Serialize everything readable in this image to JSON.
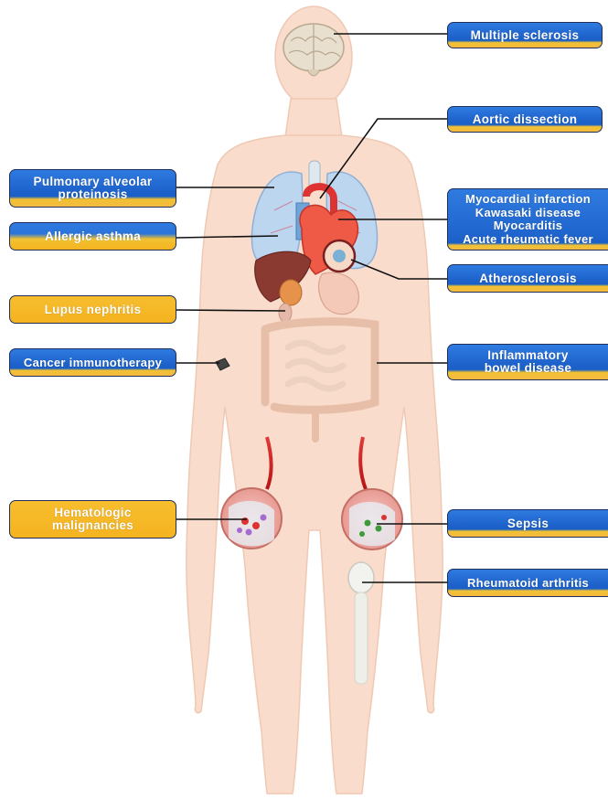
{
  "colors": {
    "label_blue": "#1e63cc",
    "label_yellow": "#f5b320",
    "skin": "#f9dccb",
    "leader_line": "#111111"
  },
  "labels": {
    "multiple_sclerosis": "Multiple  sclerosis",
    "aortic_dissection": "Aortic  dissection",
    "pulmonary_alveolar_proteinosis": "Pulmonary  alveolar\nproteinosis",
    "myocardial_group": "Myocardial  infarction\nKawasaki  disease\nMyocarditis\nAcute  rheumatic  fever",
    "allergic_asthma": "Allergic  asthma",
    "atherosclerosis": "Atherosclerosis",
    "lupus_nephritis": "Lupus  nephritis",
    "cancer_immunotherapy": "Cancer immunotherapy",
    "inflammatory_bowel_disease": "Inflammatory\nbowel  disease",
    "hematologic_malignancies": "Hematologic\nmalignancies",
    "sepsis": "Sepsis",
    "rheumatoid_arthritis": "Rheumatoid  arthritis"
  },
  "icons": {
    "organs": [
      "brain-icon",
      "lungs-icon",
      "heart-icon",
      "aorta-icon",
      "liver-icon",
      "stomach-icon",
      "pancreas-icon",
      "intestine-icon",
      "kidney-icon",
      "knee-joint-icon",
      "tumor-icon",
      "blood-vessel-inset-icon",
      "artery-plaque-inset-icon"
    ]
  }
}
